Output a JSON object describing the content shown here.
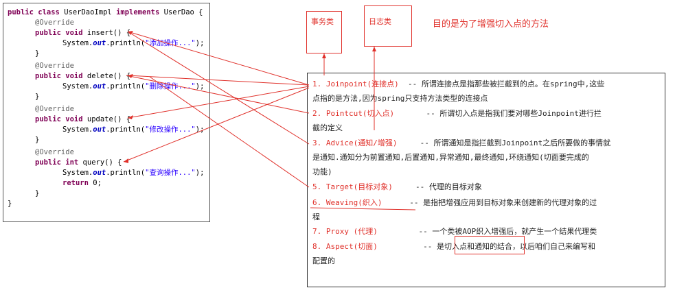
{
  "code": {
    "class_kw": "public class",
    "class_name": "UserDaoImpl",
    "implements_kw": "implements",
    "iface": "UserDao {",
    "methods": [
      {
        "annotation": "@Override",
        "sig_kw": "public void",
        "sig": "insert() {",
        "stmt_pre": "System.",
        "stmt_field": "out",
        "stmt_mid": ".println(",
        "stmt_str": "\"添加操作...\"",
        "stmt_end": ");"
      },
      {
        "annotation": "@Override",
        "sig_kw": "public void",
        "sig": "delete() {",
        "stmt_pre": "System.",
        "stmt_field": "out",
        "stmt_mid": ".println(",
        "stmt_str": "\"删除操作...\"",
        "stmt_end": ");"
      },
      {
        "annotation": "@Override",
        "sig_kw": "public void",
        "sig": "update() {",
        "stmt_pre": "System.",
        "stmt_field": "out",
        "stmt_mid": ".println(",
        "stmt_str": "\"修改操作...\"",
        "stmt_end": ");"
      },
      {
        "annotation": "@Override",
        "sig_kw": "public int",
        "sig": "query() {",
        "stmt_pre": "System.",
        "stmt_field": "out",
        "stmt_mid": ".println(",
        "stmt_str": "\"查询操作...\"",
        "stmt_end": ");"
      }
    ],
    "return_kw": "return",
    "return_val": "0;",
    "close_brace": "}"
  },
  "boxes": {
    "transaction": "事务类",
    "log": "日志类"
  },
  "purpose": "目的是为了增强切入点的方法",
  "concepts": [
    {
      "term": "1. Joinpoint(连接点)",
      "desc": "  -- 所谓连接点是指那些被拦截到的点。在spring中,这些",
      "cont": "点指的是方法,因为spring只支持方法类型的连接点"
    },
    {
      "term": "2. Pointcut(切入点)",
      "desc": "       -- 所谓切入点是指我们要对哪些Joinpoint进行拦",
      "cont": "截的定义"
    },
    {
      "term": "3. Advice(通知/增强)",
      "desc": "     -- 所谓通知是指拦截到Joinpoint之后所要做的事情就",
      "cont": "是通知.通知分为前置通知,后置通知,异常通知,最终通知,环绕通知(切面要完成的",
      "cont2": "功能)"
    },
    {
      "term": "5. Target(目标对象)",
      "desc": "     -- 代理的目标对象"
    },
    {
      "term": "6. Weaving(织入)",
      "desc": "      -- 是指把增强应用到目标对象来创建新的代理对象的过",
      "cont": "程"
    },
    {
      "term": "7. Proxy (代理)",
      "desc": "         -- 一个类被AOP织入增强后，就产生一个结果代理类"
    },
    {
      "term": "8. Aspect(切面)",
      "desc": "          -- 是切入点和通知的结合，以后咱们自己来编写和",
      "cont": "配置的"
    }
  ],
  "colors": {
    "accent": "#e0302a",
    "keyword": "#7f0055",
    "string": "#2a00ff"
  }
}
